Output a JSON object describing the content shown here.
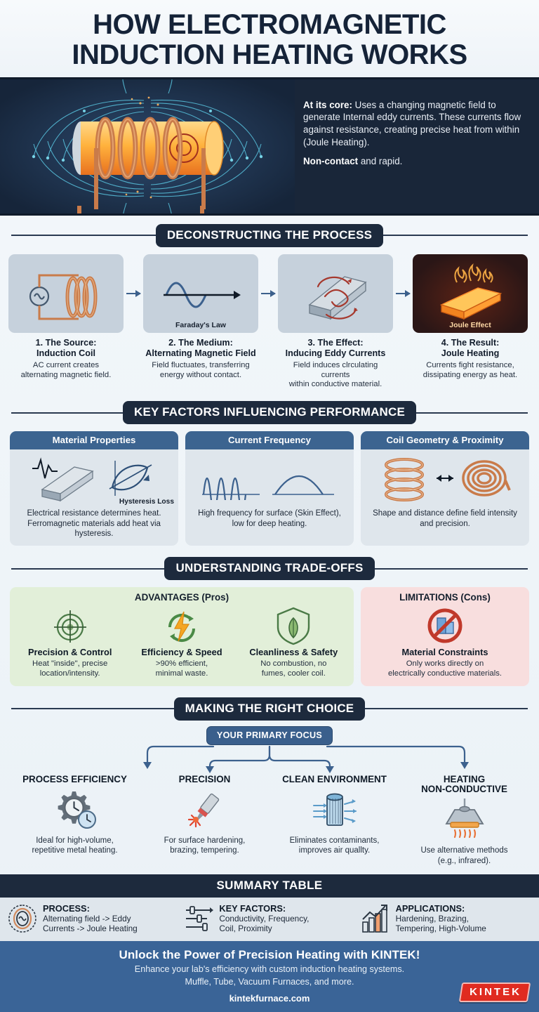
{
  "title": "HOW ELECTROMAGNETIC INDUCTION HEATING WORKS",
  "hero": {
    "lead_bold": "At its core:",
    "lead_rest": " Uses a changing magnetic field to generate Internal eddy currents. These currents flow against resistance, creating precise heat from within (Joule Heating).",
    "tag_bold": "Non-contact",
    "tag_rest": " and rapid.",
    "art_icon": "induction-coil-magnetic-field-illustration"
  },
  "sections": {
    "process": "DECONSTRUCTING THE PROCESS",
    "factors": "KEY FACTORS INFLUENCING PERFORMANCE",
    "tradeoffs": "UNDERSTANDING TRADE-OFFS",
    "choice": "MAKING THE RIGHT CHOICE",
    "summary": "SUMMARY TABLE"
  },
  "steps": [
    {
      "icon": "ac-source-coil-icon",
      "badge": "",
      "title_line1": "1. The Source:",
      "title_line2": "Induction Coil",
      "desc_line1": "AC current creates",
      "desc_line2": "alternating magnetic field."
    },
    {
      "icon": "sine-wave-icon",
      "badge": "Faraday's Law",
      "title_line1": "2. The Medium:",
      "title_line2": "Alternating Magnetic Field",
      "desc_line1": "Field fluctuates, transferring",
      "desc_line2": "energy without contact."
    },
    {
      "icon": "eddy-currents-billet-icon",
      "badge": "",
      "title_line1": "3. The Effect:",
      "title_line2": "Inducing Eddy Currents",
      "desc_line1": "Field induces clrculating currents",
      "desc_line2": "within conductive material."
    },
    {
      "icon": "glowing-hot-billet-icon",
      "badge": "Joule Effect",
      "title_line1": "4. The Result:",
      "title_line2": "Joule Heating",
      "desc_line1": "Currents fight resistance,",
      "desc_line2": "dissipating energy as heat."
    }
  ],
  "factors": [
    {
      "header": "Material Properties",
      "icon_a": "metal-bar-resistance-icon",
      "icon_b": "hysteresis-loop-icon",
      "sub_label": "Hysteresis Loss",
      "desc": "Electrical resistance determines heat. Ferromagnetic materials add heat via hysteresis."
    },
    {
      "header": "Current Frequency",
      "icon_a": "high-frequency-wave-icon",
      "icon_b": "low-frequency-wave-icon",
      "sub_label": "",
      "desc": "High frequency for surface (Skin Effect), low for deep heating."
    },
    {
      "header": "Coil Geometry & Proximity",
      "icon_a": "helical-coil-icon",
      "icon_b": "pancake-coil-icon",
      "sub_label": "",
      "desc": "Shape and distance define field intensity and precision."
    }
  ],
  "tradeoffs": {
    "pros_header": "ADVANTAGES (Pros)",
    "cons_header": "LIMITATIONS (Cons)",
    "pros": [
      {
        "icon": "target-precision-icon",
        "title": "Precision & Control",
        "desc_line1": "Heat \"inside\", precise",
        "desc_line2": "location/intensity."
      },
      {
        "icon": "lightning-recycle-icon",
        "title": "Efficiency & Speed",
        "desc_line1": ">90% efficient,",
        "desc_line2": "minimal waste."
      },
      {
        "icon": "shield-leaf-icon",
        "title": "Cleanliness & Safety",
        "desc_line1": "No combustion, no",
        "desc_line2": "fumes, cooler coil."
      }
    ],
    "cons": [
      {
        "icon": "no-entry-material-icon",
        "title": "Material Constraints",
        "desc_line1": "Only works directly on",
        "desc_line2": "electrically conductive materials."
      }
    ]
  },
  "choice": {
    "focus_label": "YOUR PRIMARY FOCUS",
    "branches": [
      {
        "title_line1": "PROCESS EFFICIENCY",
        "title_line2": "",
        "icon": "gear-clock-icon",
        "desc_line1": "Ideal for high-volume,",
        "desc_line2": "repetitive metal heating."
      },
      {
        "title_line1": "PRECISION",
        "title_line2": "",
        "icon": "laser-spark-icon",
        "desc_line1": "For surface hardening,",
        "desc_line2": "brazing, tempering."
      },
      {
        "title_line1": "CLEAN ENVIRONMENT",
        "title_line2": "",
        "icon": "air-filter-icon",
        "desc_line1": "Eliminates contaminants,",
        "desc_line2": "improves air quallty."
      },
      {
        "title_line1": "HEATING",
        "title_line2": "NON-CONDUCTIVE",
        "icon": "infrared-lamp-icon",
        "desc_line1": "Use alternative methods",
        "desc_line2": "(e.g., infrared)."
      }
    ]
  },
  "summary": [
    {
      "icon": "coil-source-icon",
      "label": "PROCESS:",
      "value_line1": "Alternating field -> Eddy",
      "value_line2": "Currents -> Joule Heating"
    },
    {
      "icon": "sliders-icon",
      "label": "KEY FACTORS:",
      "value_line1": "Conductivity, Frequency,",
      "value_line2": "Coil, Proximity"
    },
    {
      "icon": "bar-chart-growth-icon",
      "label": "APPLICATIONS:",
      "value_line1": "Hardening, Brazing,",
      "value_line2": "Tempering, High-Volume"
    }
  ],
  "footer": {
    "headline": "Unlock the Power of Precision Heating with KINTEK!",
    "sub_line1": "Enhance your lab's efficiency with custom induction heating systems.",
    "sub_line2": "Muffle, Tube, Vacuum Furnaces, and more.",
    "url": "kintekfurnace.com",
    "brand": "KINTEK"
  },
  "colors": {
    "ink": "#152338",
    "hero_bg": "#192639",
    "pill_bg": "#1d2a3d",
    "card_head_blue": "#3c6490",
    "pros_bg": "#e2efd9",
    "cons_bg": "#f8dede",
    "footer_blue": "#3a6497",
    "brand_red": "#e02b20",
    "copper": "#c97b4a",
    "accent_blue": "#3c608c"
  }
}
